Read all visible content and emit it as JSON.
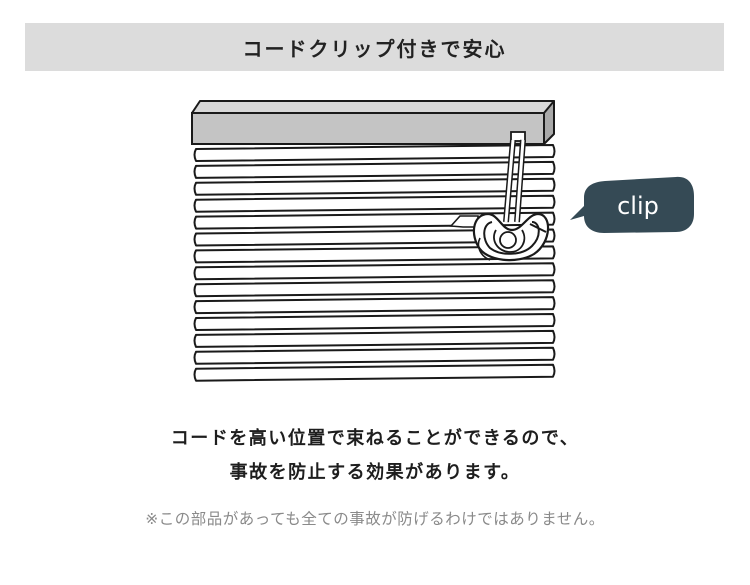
{
  "header": {
    "title": "コードクリップ付きで安心"
  },
  "illustration": {
    "slat_count": 14,
    "callout_label": "clip",
    "colors": {
      "headrail": "#c4c4c4",
      "slat": "#ffffff",
      "outline": "#1a1a1a",
      "callout": "#354a55",
      "banner": "#dcdcdc"
    }
  },
  "description": {
    "line1": "コードを高い位置で束ねることができるので、",
    "line2": "事故を防止する効果があります。"
  },
  "note": "※この部品があっても全ての事故が防げるわけではありません。"
}
